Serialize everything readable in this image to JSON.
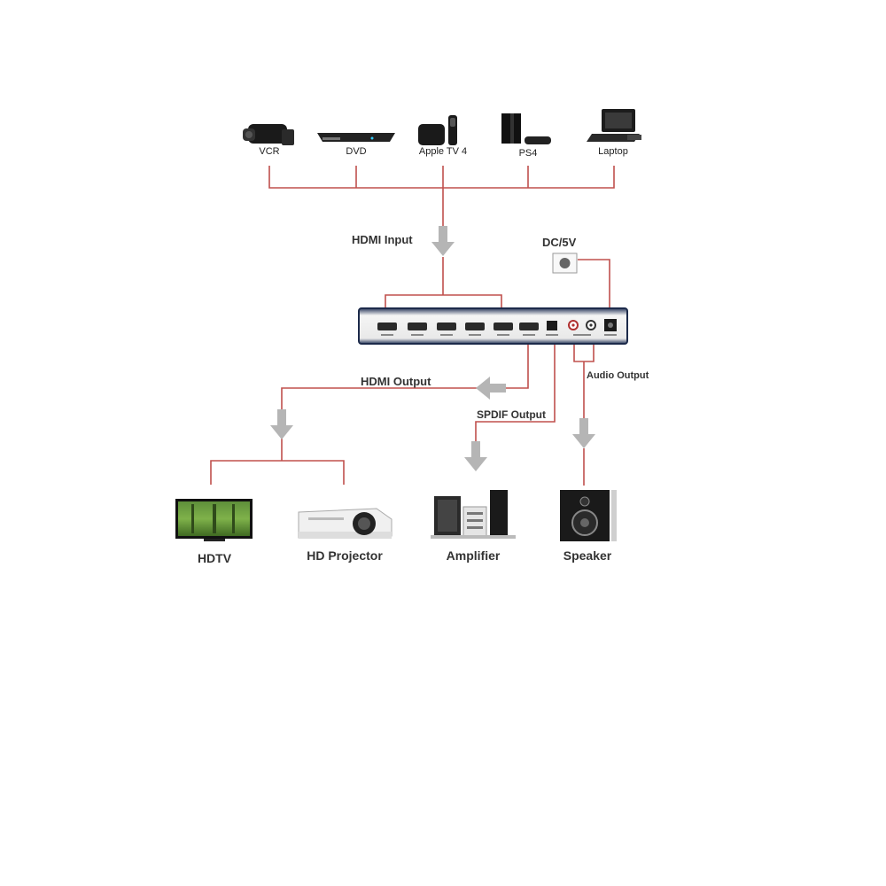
{
  "sources": [
    {
      "label": "VCR",
      "icon": "camcorder-icon"
    },
    {
      "label": "DVD",
      "icon": "dvd-player-icon"
    },
    {
      "label": "Apple TV 4",
      "icon": "apple-tv-icon"
    },
    {
      "label": "PS4",
      "icon": "ps4-console-icon"
    },
    {
      "label": "Laptop",
      "icon": "laptop-icon"
    }
  ],
  "labels": {
    "hdmi_input": "HDMI Input",
    "dc": "DC/5V",
    "hdmi_output": "HDMI Output",
    "spdif_output": "SPDIF Output",
    "audio_output": "Audio Output"
  },
  "destinations": [
    {
      "label": "HDTV",
      "icon": "hdtv-icon"
    },
    {
      "label": "HD Projector",
      "icon": "projector-icon"
    },
    {
      "label": "Amplifier",
      "icon": "amplifier-icon"
    },
    {
      "label": "Speaker",
      "icon": "speaker-icon"
    }
  ],
  "colors": {
    "connector": "#c0504d",
    "arrow": "#b5b5b5",
    "device_body": "#1c2a4a",
    "device_face": "#f2f2f2"
  }
}
